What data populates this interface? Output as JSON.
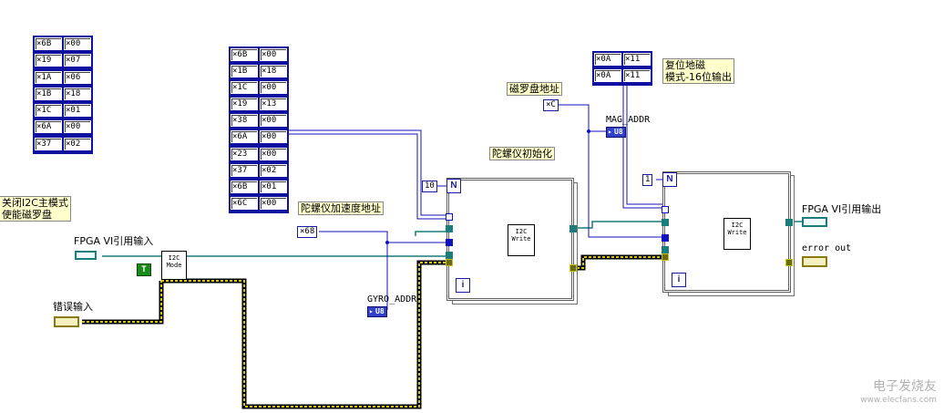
{
  "arrays": {
    "left": [
      "×6B",
      "×00",
      "×19",
      "×07",
      "×1A",
      "×06",
      "×1B",
      "×18",
      "×1C",
      "×01",
      "×6A",
      "×00",
      "×37",
      "×02"
    ],
    "middle": [
      "×6B",
      "×00",
      "×1B",
      "×18",
      "×1C",
      "×00",
      "×19",
      "×13",
      "×38",
      "×00",
      "×6A",
      "×00",
      "×23",
      "×00",
      "×37",
      "×02",
      "×6B",
      "×01",
      "×6C",
      "×00"
    ],
    "mag": [
      "×0A",
      "×11",
      "×0A",
      "×11"
    ]
  },
  "labels": {
    "disable_i2c": "关闭I2C主模式\n使能磁罗盘",
    "gyro_accel_addr": "陀螺仪加速度地址",
    "mag_addr_label": "磁罗盘地址",
    "gyro_init": "陀螺仪初始化",
    "mag_reset": "复位地磁\n模式-16位输出"
  },
  "terminals": {
    "fpga_in": "FPGA VI引用输入",
    "error_in": "错误输入",
    "fpga_out": "FPGA VI引用输出",
    "error_out": "error out",
    "gyro_addr": "GYRO_ADDR",
    "mag_addr": "MAG_ADDR",
    "u8": "U8"
  },
  "constants": {
    "gyro_addr_value": "×68",
    "mag_addr_value": "×C",
    "loop1_count": "10",
    "loop2_count": "1",
    "bool_true": "T"
  },
  "subvis": {
    "i2c_mode": "I2C\nMode",
    "i2c_write": "I2C\nWrite"
  },
  "loop_symbols": {
    "n": "N",
    "i": "i"
  },
  "watermark": {
    "main": "电子发烧友",
    "url": "www.elecfans.com"
  },
  "colors": {
    "refnum_wire": "#1b7c7c",
    "int_wire": "#1010c0",
    "error_wire": "#b8a800"
  }
}
